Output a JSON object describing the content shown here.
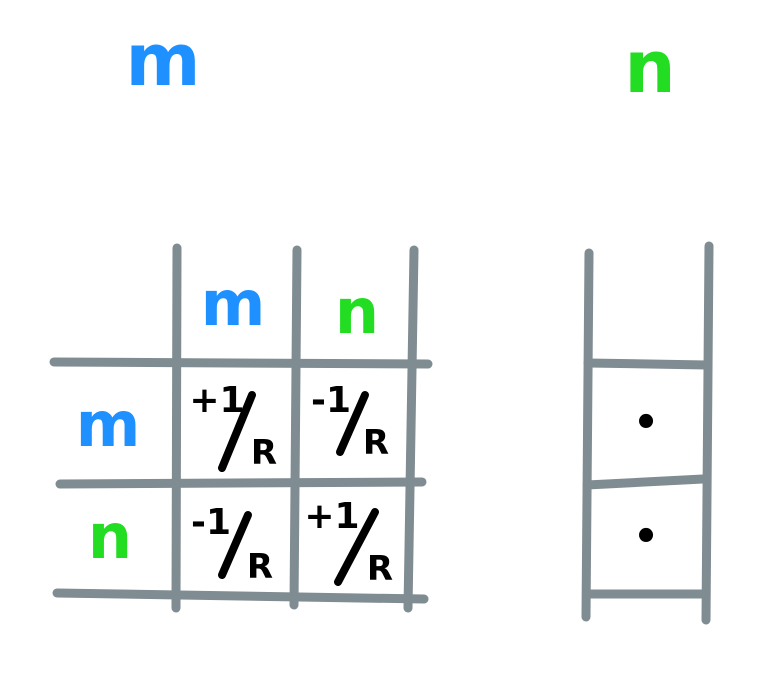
{
  "labels": {
    "node_m": "m",
    "node_n": "n",
    "col_m": "m",
    "col_n": "n",
    "row_m": "m",
    "row_n": "n"
  },
  "matrix": {
    "cells": [
      [
        "+1",
        "-1"
      ],
      [
        "-1",
        "+1"
      ]
    ],
    "denominator": "R"
  },
  "vector": {
    "entries": [
      "•",
      "•"
    ]
  },
  "colors": {
    "m": "#1e90ff",
    "n": "#22dd22",
    "grid": "#7f8c92",
    "ink": "#000000"
  }
}
